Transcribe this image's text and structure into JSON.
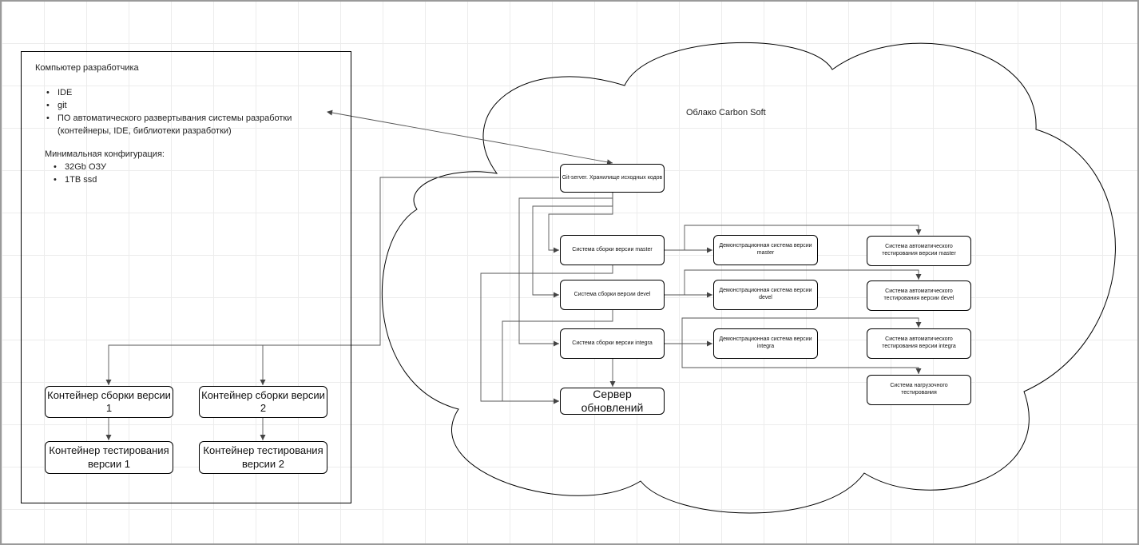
{
  "developer_pc": {
    "title": "Компьютер разработчика",
    "items": [
      "IDE",
      "git",
      "ПО автоматического развертывания системы разработки",
      "(контейнеры, IDE, библиотеки разработки)"
    ],
    "min_config_title": "Минимальная конфигурация:",
    "min_config_items": [
      "32Gb ОЗУ",
      "1TB ssd"
    ],
    "bullet": "•"
  },
  "containers": {
    "build_1": "Контейнер сборки версии 1",
    "build_2": "Контейнер сборки версии 2",
    "test_1": "Контейнер тестирования версии 1",
    "test_2": "Контейнер тестирования версии 2"
  },
  "cloud": {
    "title": "Облако Carbon Soft",
    "git_server": "Git-server. Хранилище исходных кодов",
    "build_master": "Система сборки версии master",
    "build_devel": "Система сборки версии devel",
    "build_integra": "Система сборки версии integra",
    "update_server": "Сервер обновлений",
    "demo_master": "Демонстрационная система версии master",
    "demo_devel": "Демонстрационная система версии devel",
    "demo_integra": "Демонстрационная система версии integra",
    "autotest_master": "Система автоматического тестирования версии master",
    "autotest_devel": "Система автоматического тестирования версии devel",
    "autotest_integra": "Система автоматического тестирования версии integra",
    "load_test": "Система нагрузочного тестирования"
  },
  "colors": {
    "line": "#555555",
    "border": "#000000",
    "grid": "#ececec",
    "frame": "#9a9a9a"
  }
}
